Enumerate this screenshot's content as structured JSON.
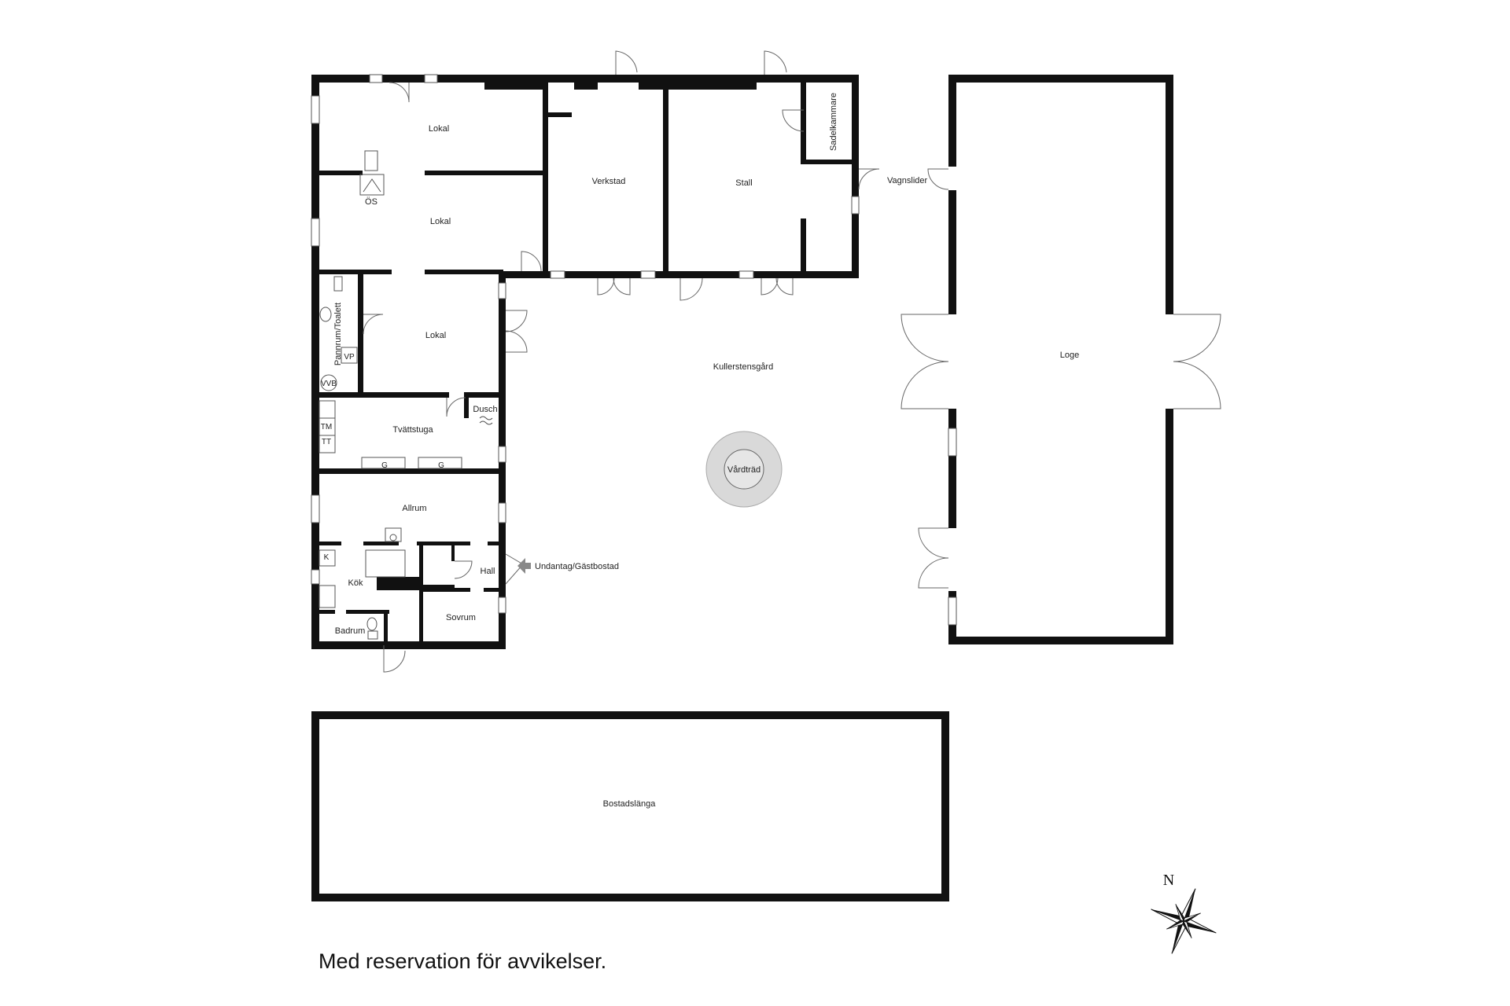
{
  "rooms": {
    "lokal_1": "Lokal",
    "lokal_2": "Lokal",
    "lokal_3": "Lokal",
    "os": "ÖS",
    "verkstad": "Verkstad",
    "stall": "Stall",
    "sadelkammare": "Sadelkammare",
    "vagnslider": "Vagnslider",
    "loge": "Loge",
    "pannrum_toalett": "Pannrum/Toalett",
    "vp": "VP",
    "vvb": "VVB",
    "dusch": "Dusch",
    "tvattstuga": "Tvättstuga",
    "tm": "TM",
    "tt": "TT",
    "g_1": "G",
    "g_2": "G",
    "allrum": "Allrum",
    "k": "K",
    "kok": "Kök",
    "hall": "Hall",
    "sovrum": "Sovrum",
    "badrum": "Badrum",
    "kullerstensgard": "Kullerstensgård",
    "vardtrad": "Vårdträd",
    "undantag": "Undantag/Gästbostad",
    "bostadslanga": "Bostadslänga"
  },
  "compass": {
    "north": "N"
  },
  "disclaimer": "Med reservation för avvikelser."
}
